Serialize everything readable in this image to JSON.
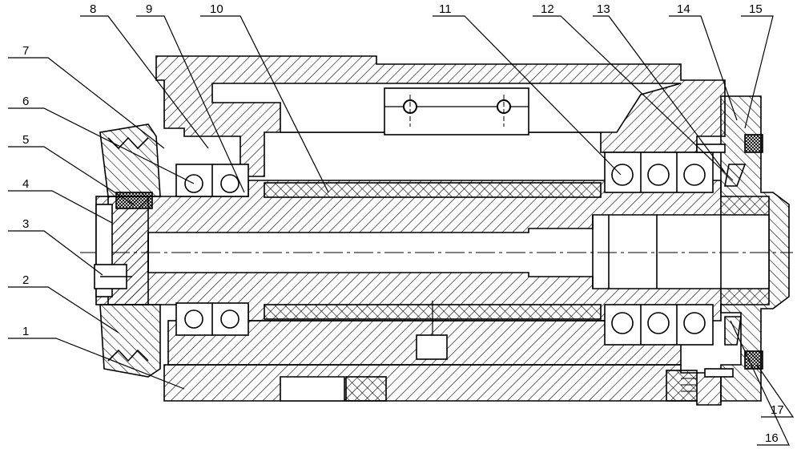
{
  "diagram": {
    "type": "mechanical-cross-section",
    "line_color": "#000000",
    "background": "#ffffff",
    "labels": [
      "1",
      "2",
      "3",
      "4",
      "5",
      "6",
      "7",
      "8",
      "9",
      "10",
      "11",
      "12",
      "13",
      "14",
      "15",
      "16",
      "17"
    ]
  }
}
